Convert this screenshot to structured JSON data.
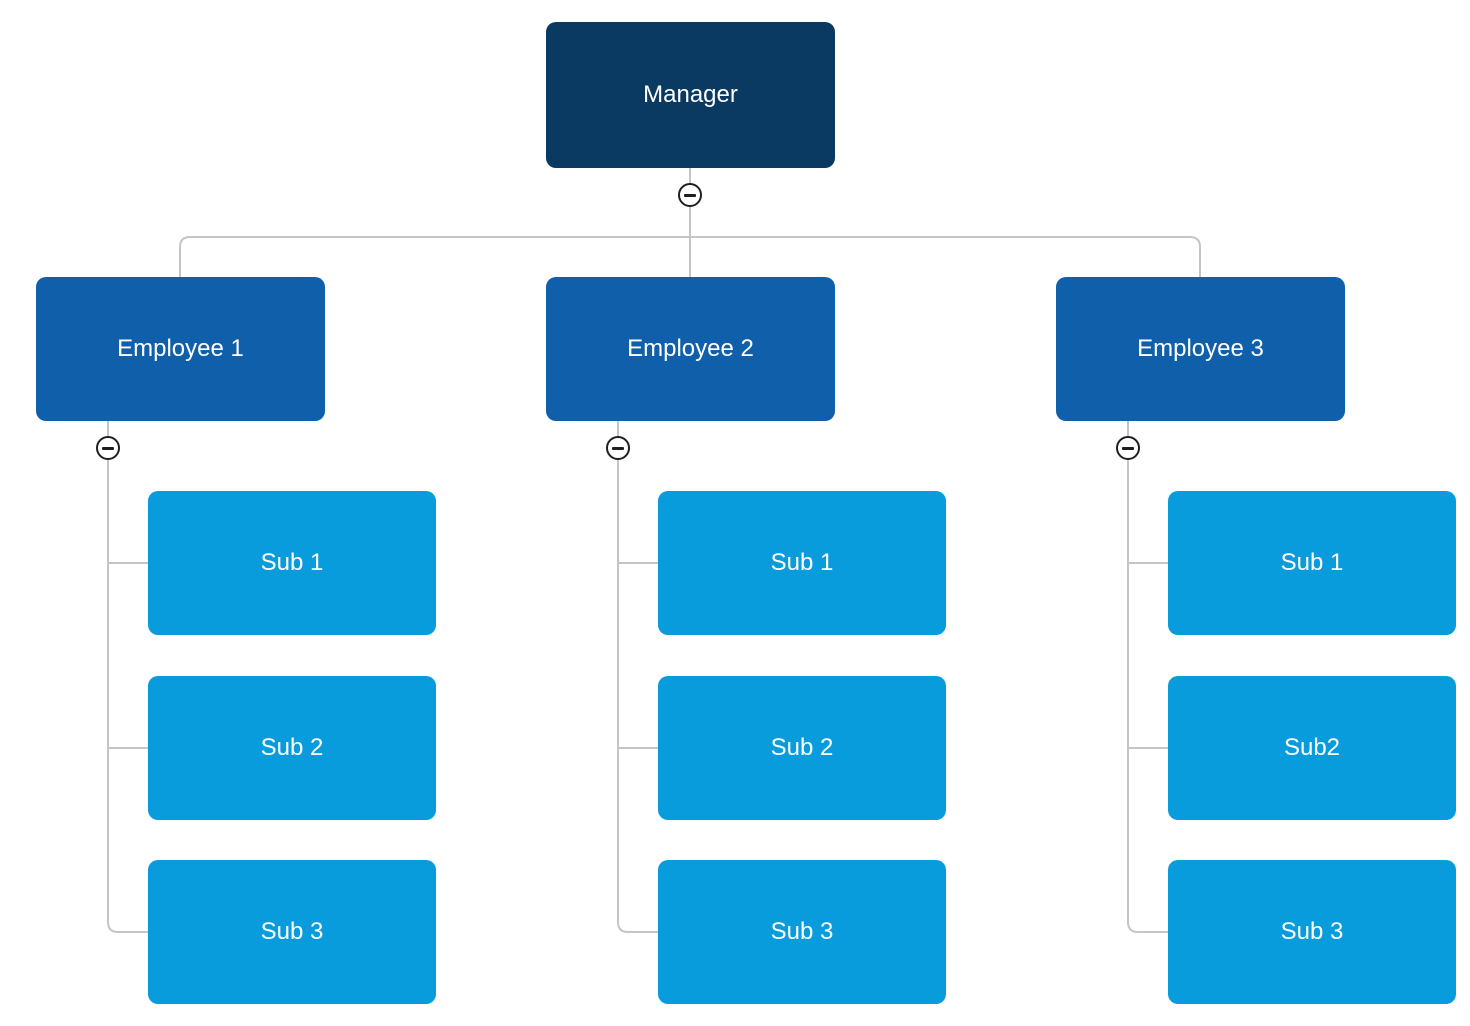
{
  "chart": {
    "manager": {
      "label": "Manager"
    },
    "employees": [
      {
        "label": "Employee 1",
        "subs": [
          {
            "label": "Sub 1"
          },
          {
            "label": "Sub 2"
          },
          {
            "label": "Sub 3"
          }
        ]
      },
      {
        "label": "Employee 2",
        "subs": [
          {
            "label": "Sub 1"
          },
          {
            "label": "Sub 2"
          },
          {
            "label": "Sub 3"
          }
        ]
      },
      {
        "label": "Employee 3",
        "subs": [
          {
            "label": "Sub 1"
          },
          {
            "label": "Sub2"
          },
          {
            "label": "Sub 3"
          }
        ]
      }
    ]
  },
  "icons": {
    "collapse": "minus-circle-icon"
  },
  "colors": {
    "manager": "#0a3a61",
    "employee": "#0f5faa",
    "sub": "#099cdd",
    "connector": "#c5c5c5",
    "collapse_stroke": "#1f1f1f",
    "text": "#ffffff"
  }
}
